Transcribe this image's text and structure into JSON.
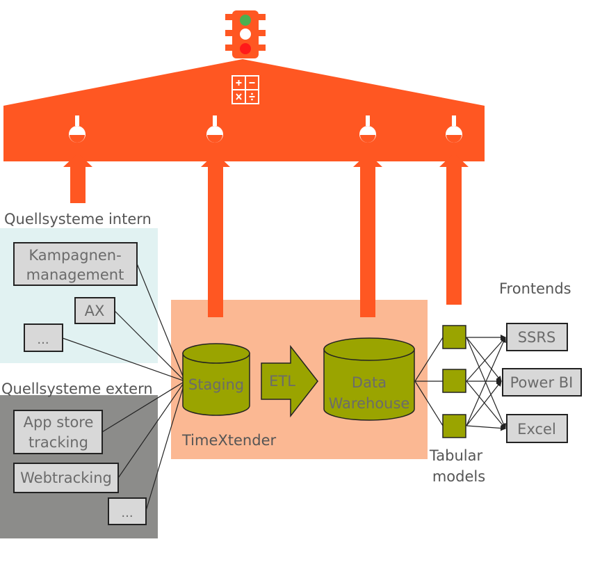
{
  "labels": {
    "internal_group": "Quellsysteme intern",
    "external_group": "Quellsysteme extern",
    "frontends": "Frontends",
    "timextender": "TimeXtender",
    "tabular_line1": "Tabular",
    "tabular_line2": "models",
    "staging": "Staging",
    "etl": "ETL",
    "dw_line1": "Data",
    "dw_line2": "Warehouse"
  },
  "internal_sources": [
    {
      "line1": "Kampagnen-",
      "line2": "management"
    },
    {
      "line1": "AX"
    },
    {
      "line1": "..."
    }
  ],
  "external_sources": [
    {
      "line1": "App store",
      "line2": "tracking"
    },
    {
      "line1": "Webtracking"
    },
    {
      "line1": "..."
    }
  ],
  "frontends": [
    "SSRS",
    "Power BI",
    "Excel"
  ],
  "icons": {
    "traffic_light": "traffic-light-icon",
    "calculator": "calculator-icon",
    "flask": "flask-icon"
  },
  "colors": {
    "roof": "#ff5722",
    "timextender_bg": "#fbb893",
    "internal_bg": "#e1f2f2",
    "external_bg": "#8c8c8a",
    "olive": "#9aa400",
    "box_fill": "#d8d8d8",
    "box_text": "#6b6b6b",
    "label_text": "#555555",
    "light_green": "#4caf50",
    "light_red": "#ff1a1a"
  }
}
